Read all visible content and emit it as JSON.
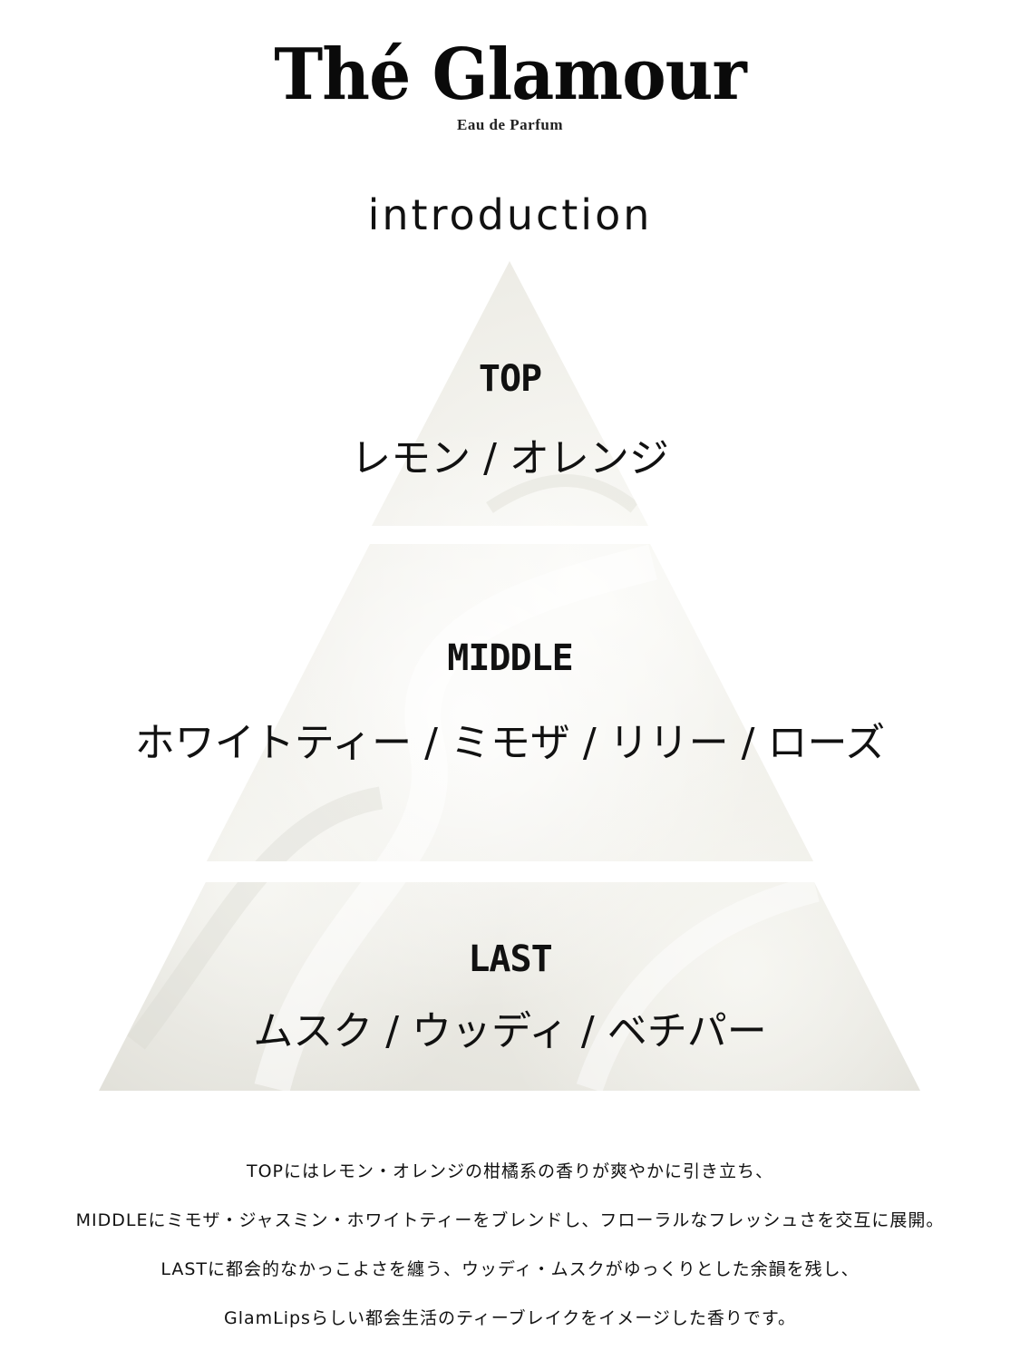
{
  "brand": {
    "title": "Thé Glamour",
    "subtitle": "Eau de Parfum"
  },
  "section_title": "introduction",
  "pyramid": {
    "fill_colors": [
      "#e4e3dc",
      "#f3f2ed",
      "#fbfbf8"
    ],
    "tiers": [
      {
        "label": "TOP",
        "notes": "レモン / オレンジ"
      },
      {
        "label": "MIDDLE",
        "notes": "ホワイトティー / ミモザ / リリー / ローズ"
      },
      {
        "label": "LAST",
        "notes": "ムスク / ウッディ / ベチパー"
      }
    ]
  },
  "description": {
    "lines": [
      "TOPにはレモン・オレンジの柑橘系の香りが爽やかに引き立ち、",
      "MIDDLEにミモザ・ジャスミン・ホワイトティーをブレンドし、フローラルなフレッシュさを交互に展開。",
      "LASTに都会的なかっこよさを纏う、ウッディ・ムスクがゆっくりとした余韻を残し、",
      "GlamLipsらしい都会生活のティーブレイクをイメージした香りです。"
    ]
  }
}
